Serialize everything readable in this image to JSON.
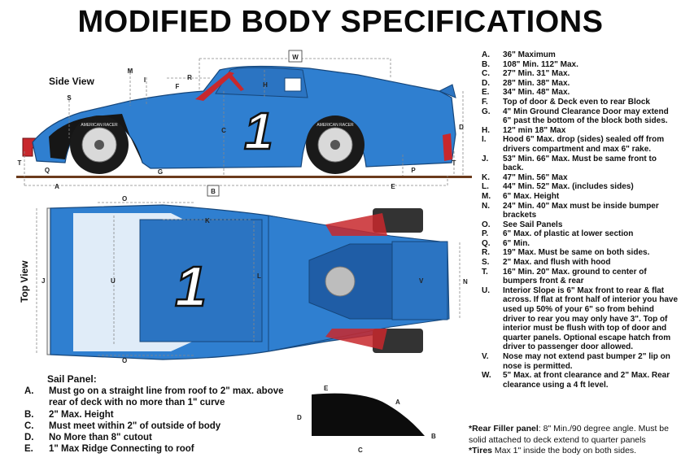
{
  "title": "MODIFIED BODY SPECIFICATIONS",
  "views": {
    "side": "Side View",
    "top": "Top View"
  },
  "car_number": "1",
  "tire_brand": "AMERICAN RACER",
  "callouts": {
    "A": "A",
    "B": "B",
    "C": "C",
    "D": "D",
    "E": "E",
    "F": "F",
    "G": "G",
    "H": "H",
    "I": "I",
    "J": "J",
    "K": "K",
    "L": "L",
    "M": "M",
    "N": "N",
    "O": "O",
    "P": "P",
    "Q": "Q",
    "R": "R",
    "S": "S",
    "T": "T",
    "U": "U",
    "V": "V",
    "W": "W"
  },
  "specs": [
    {
      "letter": "A.",
      "text": "36\" Maximum"
    },
    {
      "letter": "B.",
      "text": "108\" Min. 112\" Max."
    },
    {
      "letter": "C.",
      "text": "27\" Min. 31\" Max."
    },
    {
      "letter": "D.",
      "text": "28\" Min. 38\" Max."
    },
    {
      "letter": "E.",
      "text": "34\" Min. 48\" Max."
    },
    {
      "letter": "F.",
      "text": "Top of door & Deck even to rear Block"
    },
    {
      "letter": "G.",
      "text": "4\" Min Ground Clearance Door may extend 6\" past the bottom of the block both sides."
    },
    {
      "letter": "H.",
      "text": "12\" min 18\" Max"
    },
    {
      "letter": "I.",
      "text": "Hood 6\" Max. drop (sides) sealed off from drivers compartment and max 6\" rake."
    },
    {
      "letter": "J.",
      "text": "53\" Min. 66\" Max. Must be same front to back."
    },
    {
      "letter": "K.",
      "text": "47\" Min. 56\" Max"
    },
    {
      "letter": "L.",
      "text": "44\" Min. 52\" Max. (includes sides)"
    },
    {
      "letter": "M.",
      "text": "6\" Max. Height"
    },
    {
      "letter": "N.",
      "text": "24\" Min. 40\" Max must be inside bumper brackets"
    },
    {
      "letter": "O.",
      "text": "See Sail Panels"
    },
    {
      "letter": "P.",
      "text": "6\" Max. of plastic at lower section"
    },
    {
      "letter": "Q.",
      "text": "6\" Min."
    },
    {
      "letter": "R.",
      "text": "19\" Max. Must be same on both sides."
    },
    {
      "letter": "S.",
      "text": "2\" Max. and flush with hood"
    },
    {
      "letter": "T.",
      "text": "16\" Min. 20\" Max. ground to center of bumpers front & rear"
    },
    {
      "letter": "U.",
      "text": "Interior Slope is 6\" Max front to rear & flat across. If flat at front half of interior you have used up 50% of your 6\" so from behind driver to rear you may only have 3\". Top of interior must be flush with top of door and quarter panels. Optional escape hatch from driver to passenger door allowed."
    },
    {
      "letter": "V.",
      "text": "Nose may not extend past bumper 2\" lip on nose is permitted."
    },
    {
      "letter": "W.",
      "text": "5\" Max. at front clearance and 2\" Max. Rear clearance using a 4 ft level."
    }
  ],
  "sail_panel": {
    "title": "Sail Panel:",
    "items": [
      {
        "letter": "A.",
        "text": "Must go on a straight line from roof to 2\" max. above rear of deck with no more than 1\" curve"
      },
      {
        "letter": "B.",
        "text": "2\" Max. Height"
      },
      {
        "letter": "C.",
        "text": "Must meet within 2\" of outside of body"
      },
      {
        "letter": "D.",
        "text": "No More than 8\" cutout"
      },
      {
        "letter": "E.",
        "text": "1\" Max Ridge Connecting to roof"
      }
    ],
    "diagram_labels": {
      "A": "A",
      "B": "B",
      "C": "C",
      "D": "D",
      "E": "E"
    }
  },
  "notes": {
    "rear_filler_label": "*Rear Filler panel",
    "rear_filler_text": ": 8\" Min./90 degree angle. Must be solid attached to deck extend to quarter panels",
    "tires_label": "*Tires",
    "tires_text": " Max 1\" inside the body on both sides."
  },
  "colors": {
    "body_blue": "#2f7fd0",
    "red": "#c8282d",
    "black": "#111111",
    "ground": "#6b3b1c",
    "white": "#ffffff"
  }
}
